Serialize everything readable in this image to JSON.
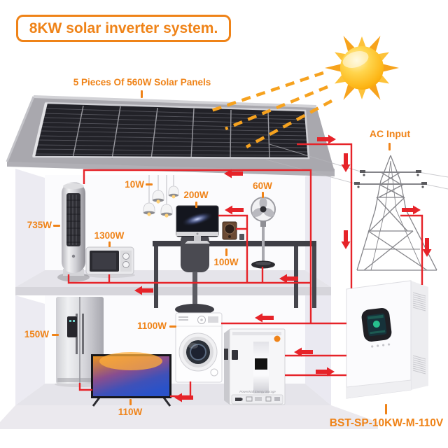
{
  "header": {
    "title": "8KW solar inverter system."
  },
  "solar": {
    "panels_label": "5 Pieces Of 560W Solar Panels"
  },
  "grid": {
    "ac_input_label": "AC Input"
  },
  "inverter": {
    "model": "BST-SP-10KW-M-110V"
  },
  "battery": {
    "brand_text": "PowerWall Energy Storage"
  },
  "loads": {
    "pendant_lights": "10W",
    "monitor": "200W",
    "standing_fan": "60W",
    "tower_ac": "735W",
    "microwave": "1300W",
    "speaker": "100W",
    "fridge": "150W",
    "washing_machine": "1100W",
    "tv": "110W"
  },
  "colors": {
    "accent_orange": "#ef8318",
    "wire_red": "#e62329",
    "sun_ray_orange": "#f6a21f",
    "panel_dark": "#222228"
  }
}
